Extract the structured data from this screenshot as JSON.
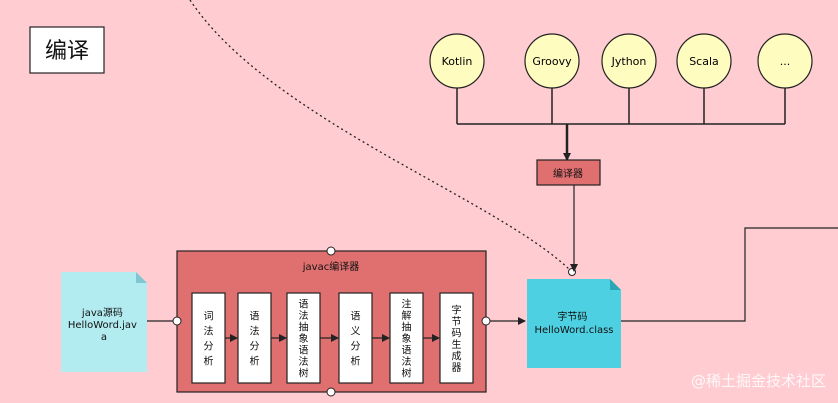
{
  "title": "编译",
  "languages": [
    "Kotlin",
    "Groovy",
    "Jython",
    "Scala",
    "..."
  ],
  "compiler_box": "编译器",
  "javac": {
    "title": "javac编译器",
    "stages": [
      [
        "词",
        "法",
        "分",
        "析"
      ],
      [
        "语",
        "法",
        "分",
        "析"
      ],
      [
        "语",
        "法",
        "抽",
        "象",
        "语",
        "法",
        "树"
      ],
      [
        "语",
        "义",
        "分",
        "析"
      ],
      [
        "注",
        "解",
        "抽",
        "象",
        "语",
        "法",
        "树"
      ],
      [
        "字",
        "节",
        "码",
        "生",
        "成",
        "器"
      ]
    ]
  },
  "source_doc": {
    "lines": [
      "java源码",
      "HelloWord.jav",
      "a"
    ]
  },
  "bytecode_doc": {
    "lines": [
      "字节码",
      "HelloWord.class"
    ]
  },
  "watermark": "@稀土掘金技术社区",
  "colors": {
    "background": "#ffccd2",
    "circle_fill": "#fffcc0",
    "red_box": "#e07070",
    "source_doc": "#b2ebf0",
    "bytecode_doc": "#4dd0e1"
  }
}
